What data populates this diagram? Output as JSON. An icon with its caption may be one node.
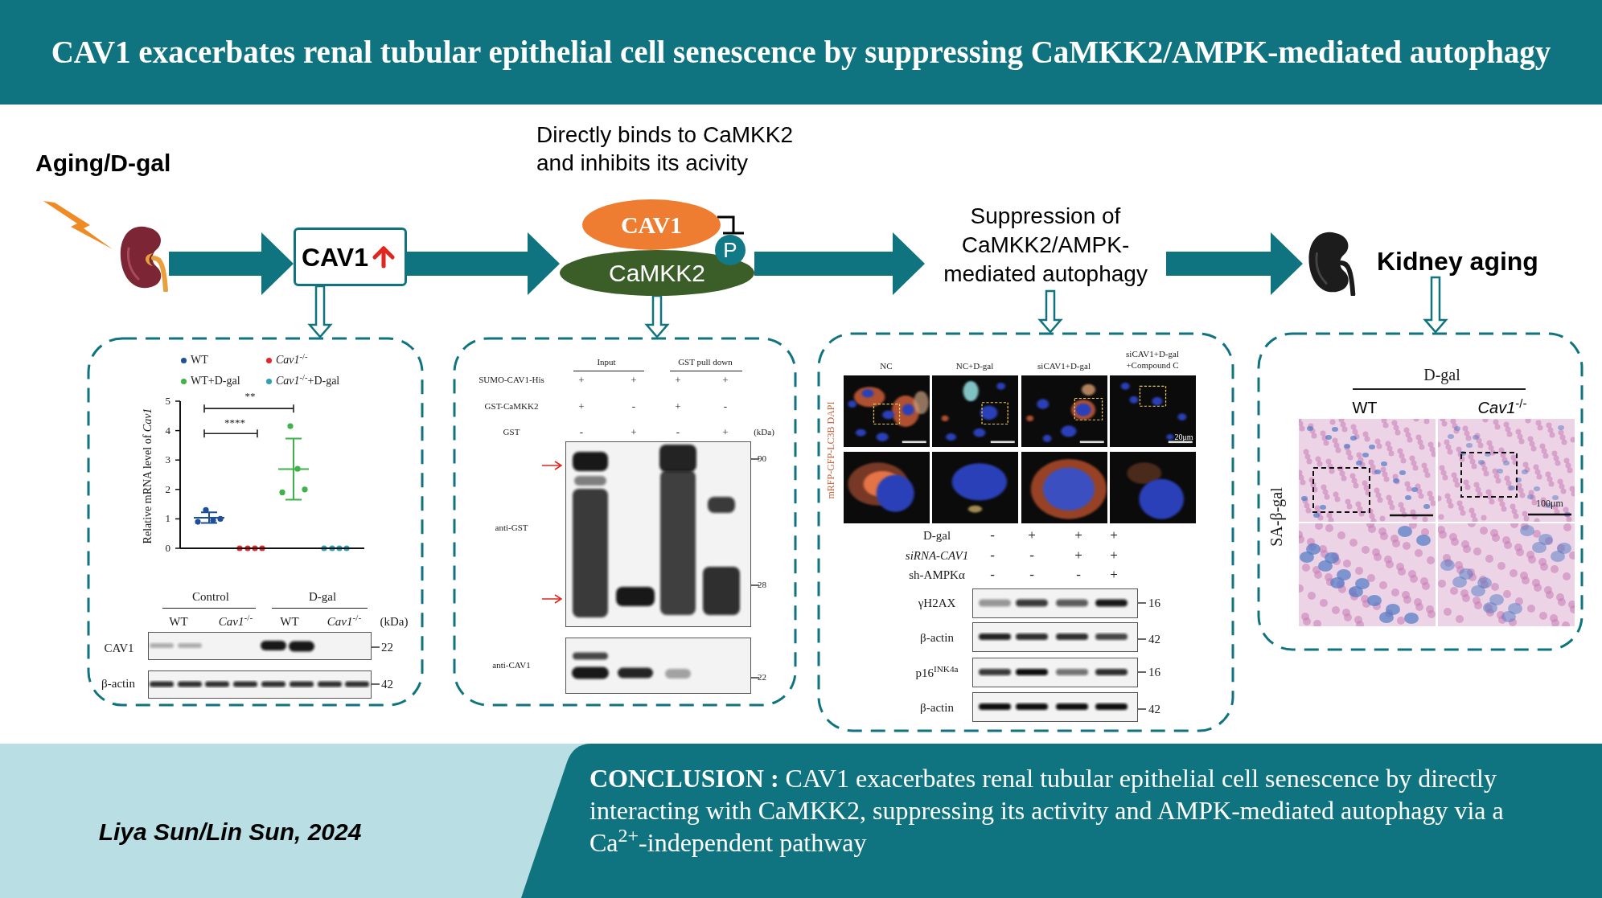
{
  "diagram": {
    "title": "CAV1 exacerbates renal tubular epithelial cell senescence by suppressing CaMKK2/AMPK-mediated autophagy",
    "nodes": [
      {
        "text": [],
        "shape": "kidney"
      },
      {
        "text": [
          "CAV1"
        ]
      },
      {
        "text": [
          "CAV1"
        ]
      },
      {
        "text": [
          "CaMKK2"
        ]
      },
      {
        "text": [
          "P"
        ]
      },
      {
        "text": [
          "Suppression of CaMKK2/AMPK-mediated autophagy"
        ]
      },
      {
        "text": [],
        "shape": "kidney"
      },
      {
        "text": [
          "Kidney aging"
        ]
      },
      {
        "text": [],
        "shape": "box"
      },
      {
        "text": [],
        "shape": "box"
      },
      {
        "text": [],
        "shape": "box"
      },
      {
        "text": [],
        "shape": "box"
      }
    ],
    "edges": [
      {
        "from": 0,
        "to": 1,
        "arrow": "to",
        "style": "thick"
      },
      {
        "from": 1,
        "to": 3,
        "arrow": "to",
        "style": "thick"
      },
      {
        "from": 3,
        "to": 5,
        "arrow": "to",
        "style": "thick"
      },
      {
        "from": 5,
        "to": 6,
        "arrow": "to",
        "style": "thick"
      },
      {
        "from": 2,
        "to": 4,
        "arrow": "other",
        "color": "#000000"
      },
      {
        "from": 1,
        "to": 8,
        "arrow": "to"
      },
      {
        "from": 3,
        "to": 9,
        "arrow": "to"
      },
      {
        "from": 5,
        "to": 10,
        "arrow": "to"
      },
      {
        "from": 7,
        "to": 11,
        "arrow": "to"
      }
    ],
    "labels": [
      "Aging/D-gal",
      "Directly binds to CaMKK2 and inhibits its acivity",
      "**",
      "****",
      "5",
      "4",
      "3",
      "2",
      "1",
      "0",
      "Relative mRNA level of *Cav1*",
      "Control",
      "D-gal",
      "WT",
      "*Cav1*$^{-/-}$",
      "WT",
      "*Cav1*$^{-/-}$",
      "(kDa)",
      "CAV1",
      "22",
      "β-actin",
      "42",
      "Input",
      "GST pull down",
      "SUMO-CAV1-His",
      "+",
      "+",
      "+",
      "+",
      "GST-CaMKK2",
      "+",
      "-",
      "+",
      "-",
      "GST",
      "-",
      "+",
      "-",
      "+",
      "(kDa)",
      "90",
      "anti-GST",
      "28",
      "anti-CAV1",
      "22",
      "NC",
      "NC+D-gal",
      "siCAV1+D-gal",
      "siCAV1+D-gal +Compound C",
      "mRFP-GFP-LC3B DAPI",
      "20μm",
      "D-gal",
      "-",
      "+",
      "+",
      "+",
      "siRNA-CAV1",
      "-",
      "-",
      "+",
      "+",
      "sh-AMPKα",
      "-",
      "-",
      "-",
      "+",
      "γH2AX",
      "16",
      "β-actin",
      "42",
      "p16$^{INK4a}$",
      "16",
      "β-actin",
      "42",
      "D-gal",
      "WT",
      "*Cav1*$^{-/-}$",
      "SA-β-gal",
      "100μm",
      "Liya Sun/Lin Sun, 2024",
      "**CONCLUSION :** CAV1 exacerbates renal tubular epithelial cell senescence by directly interacting with CaMKK2, suppressing its activity and AMPK-mediated autophagy via a Ca$^{2+}$-independent pathway"
    ],
    "legend": [
      {
        "text": "WT",
        "color": "#1d4f9a"
      },
      {
        "text": "*Cav1*$^{-/-}$",
        "color": "#e5262a"
      },
      {
        "text": "WT+D-gal",
        "color": "#3fb34a"
      },
      {
        "text": "*Cav1*$^{-/-}$+D-gal",
        "color": "#2e9fb5"
      }
    ]
  }
}
